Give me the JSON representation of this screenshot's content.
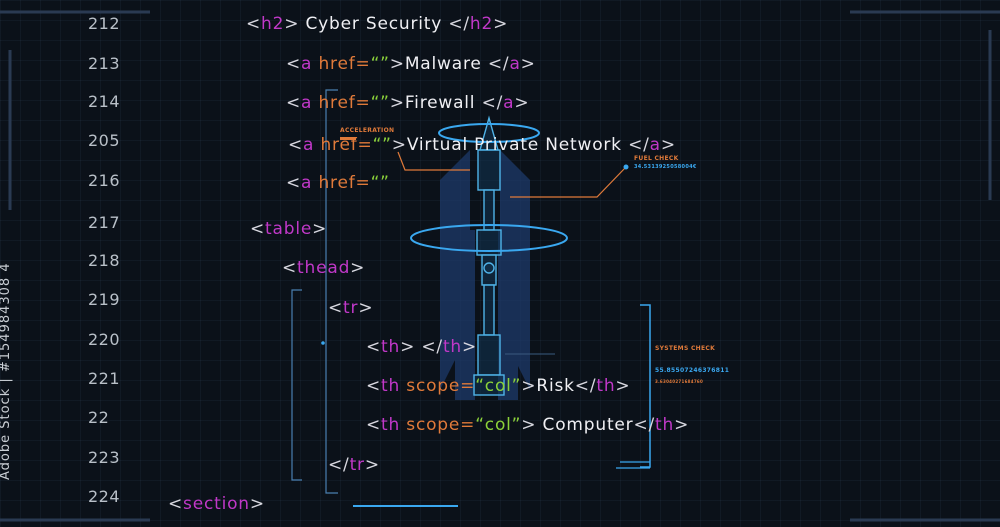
{
  "line_numbers": [
    "212",
    "213",
    "214",
    "205",
    "216",
    "217",
    "218",
    "219",
    "220",
    "221",
    "22",
    "223",
    "224"
  ],
  "code": {
    "l212": {
      "open": "<",
      "tag": "h2",
      "close": ">",
      "text": "Cyber Security",
      "end_open": "</",
      "end_tag": "h2",
      "end_close": ">"
    },
    "l213": {
      "open": "<",
      "tag": "a",
      "attr": " href=",
      "str": "“”",
      "close": ">",
      "text": "Malware",
      "end_open": "</",
      "end_tag": "a",
      "end_close": ">"
    },
    "l214": {
      "open": "<",
      "tag": "a",
      "attr": " href=",
      "str": "“”",
      "close": ">",
      "text": "Firewall",
      "end_open": "</",
      "end_tag": "a",
      "end_close": ">"
    },
    "l205": {
      "open": "<",
      "tag": "a",
      "attr": " href=",
      "str": "“”",
      "close": ">",
      "text": "Virtual Private Network",
      "end_open": "</",
      "end_tag": "a",
      "end_close": ">"
    },
    "l216": {
      "open": "<",
      "tag": "a",
      "attr": " href=",
      "str": "“”"
    },
    "l217": {
      "open": "<",
      "tag": "table",
      "close": ">"
    },
    "l218": {
      "open": "<",
      "tag": "thead",
      "close": ">"
    },
    "l219": {
      "open": "<",
      "tag": "tr",
      "close": ">"
    },
    "l220": {
      "open": "<",
      "tag": "th",
      "close": ">",
      "end_open": "</",
      "end_tag": "th",
      "end_close": ">"
    },
    "l221": {
      "open": "<",
      "tag": "th",
      "attr": " scope=",
      "str": "“col”",
      "close": ">",
      "text": "Risk",
      "end_open": "</",
      "end_tag": "th",
      "end_close": ">"
    },
    "l22": {
      "open": "<",
      "tag": "th",
      "attr": " scope=",
      "str": "“col”",
      "close": ">",
      "text": " Computer",
      "end_open": "</",
      "end_tag": "th",
      "end_close": ">"
    },
    "l223": {
      "end_open": "</",
      "end_tag": "tr",
      "end_close": ">"
    },
    "l224": {
      "open": "<",
      "tag": "section",
      "close": ">"
    }
  },
  "hud": {
    "acceleration": "ACCELERATION",
    "fuel_check": "FUEL CHECK",
    "fuel_value": "34.5313925058004€",
    "systems_check": "SYSTEMS CHECK",
    "systems_value": "55.855072463768​11",
    "systems_sub": "3.63040271684760"
  },
  "watermark_side": "Adobe Stock | #154984308 4",
  "colors": {
    "tag": "#c038c8",
    "attr": "#e07a3a",
    "str": "#8cd23a",
    "hud_blue": "#3aa8f0",
    "hud_orange": "#e07a3a"
  }
}
